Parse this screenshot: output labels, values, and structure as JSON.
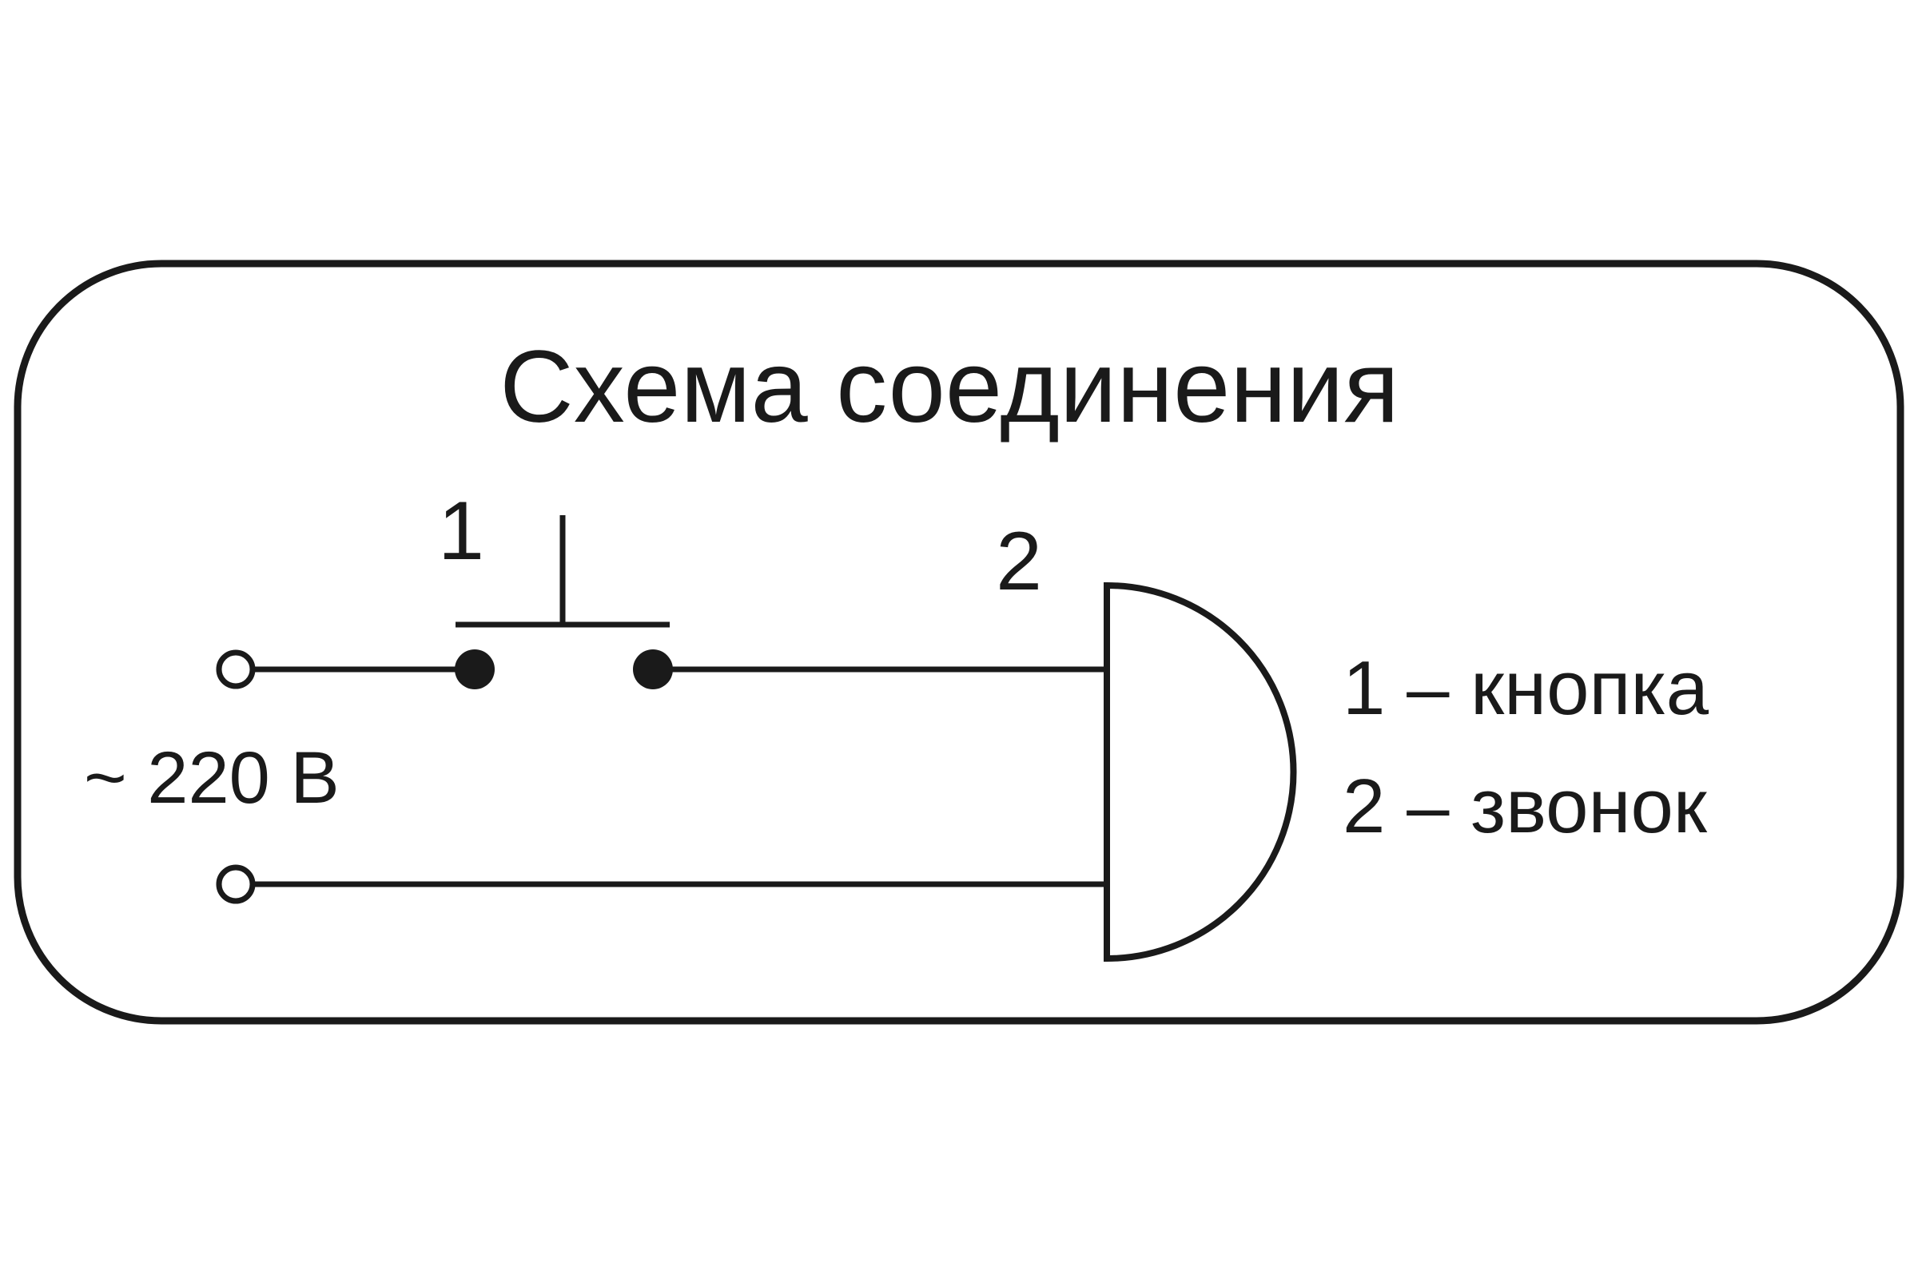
{
  "title": "Схема соединения",
  "labels": {
    "button_number": "1",
    "bell_number": "2",
    "voltage": "~ 220 В"
  },
  "legend": [
    "1 – кнопка",
    "2 – звонок"
  ],
  "colors": {
    "line": "#1a1a1a",
    "background": "#ffffff"
  }
}
